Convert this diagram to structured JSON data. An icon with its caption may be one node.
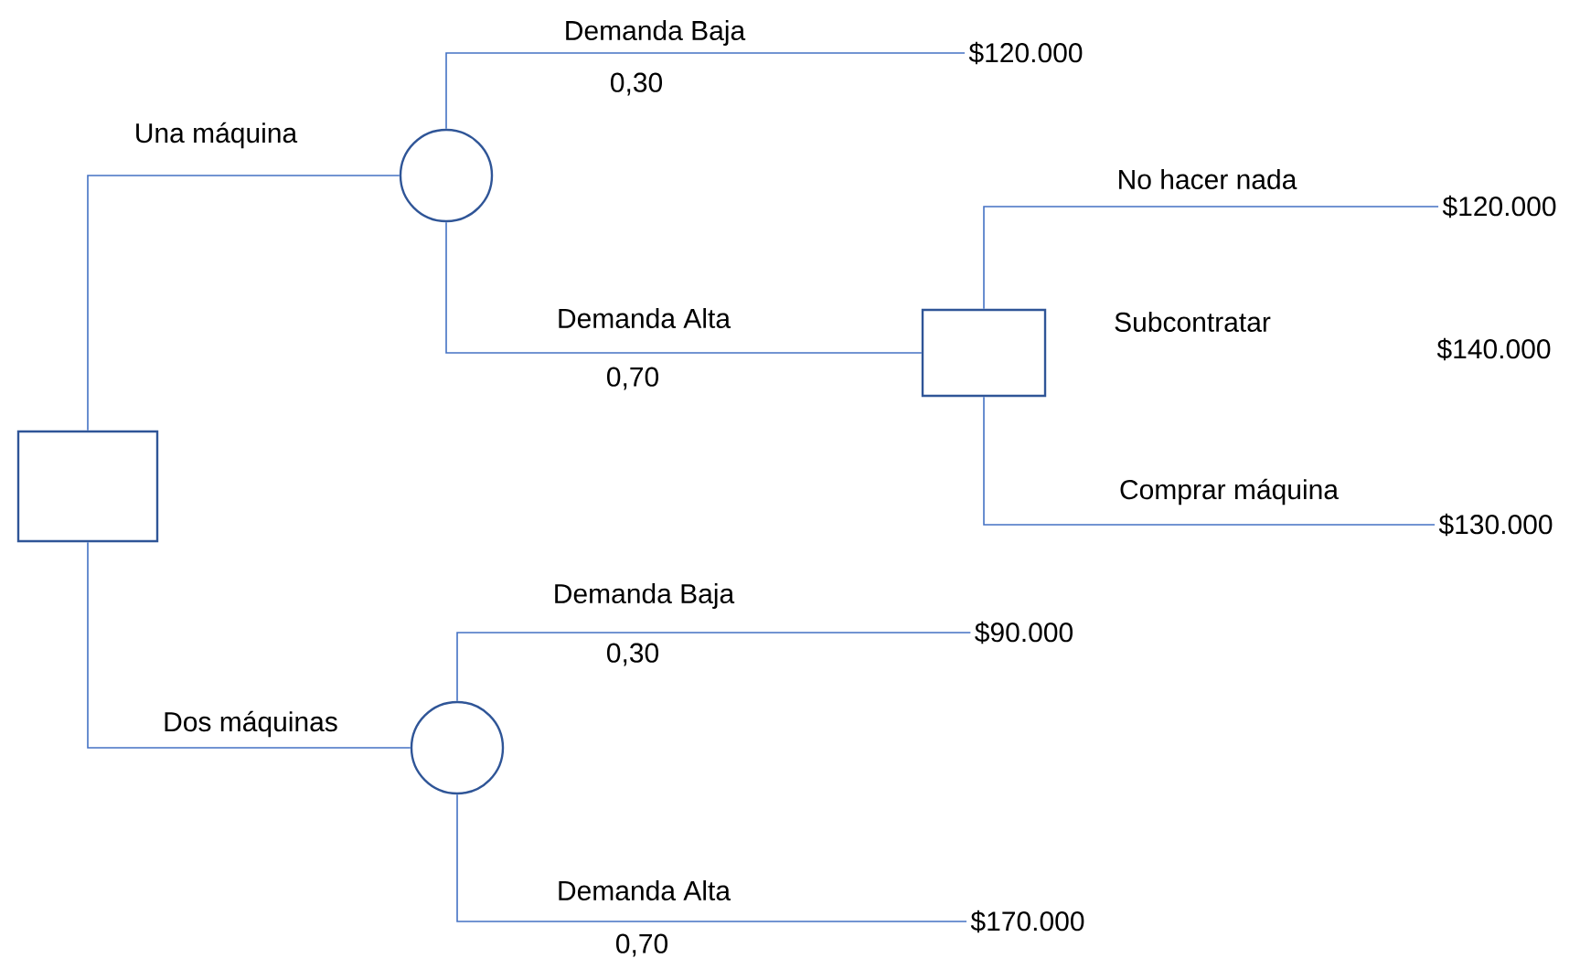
{
  "diagram": {
    "nodes": [
      {
        "text": [],
        "shape": "box"
      },
      {
        "text": [],
        "shape": "circle"
      },
      {
        "text": [
          "$120.000"
        ]
      },
      {
        "text": [],
        "shape": "box"
      },
      {
        "text": [
          "$120.000"
        ]
      },
      {
        "text": [
          "$130.000"
        ]
      },
      {
        "text": [],
        "shape": "circle"
      },
      {
        "text": [
          "$90.000"
        ]
      },
      {
        "text": [
          "$170.000"
        ]
      }
    ],
    "edges": [
      {
        "from": 0,
        "to": 1,
        "arrow": "none",
        "label": "Una máquina"
      },
      {
        "from": 1,
        "to": 2,
        "arrow": "none",
        "label": "Demanda Baja"
      },
      {
        "from": 1,
        "to": 3,
        "arrow": "none",
        "label": "Demanda Alta"
      },
      {
        "from": 3,
        "to": 4,
        "arrow": "none",
        "label": "No hacer nada"
      },
      {
        "from": 3,
        "to": 5,
        "arrow": "none",
        "label": "Comprar máquina"
      },
      {
        "from": 0,
        "to": 6,
        "arrow": "none",
        "label": "Dos máquinas"
      },
      {
        "from": 6,
        "to": 7,
        "arrow": "none",
        "label": "Demanda Baja"
      },
      {
        "from": 6,
        "to": 8,
        "arrow": "none",
        "label": "Demanda Alta"
      }
    ],
    "labels": [
      "0,30",
      "0,70",
      "Subcontratar",
      "$140.000",
      "0,30",
      "0,70"
    ]
  }
}
